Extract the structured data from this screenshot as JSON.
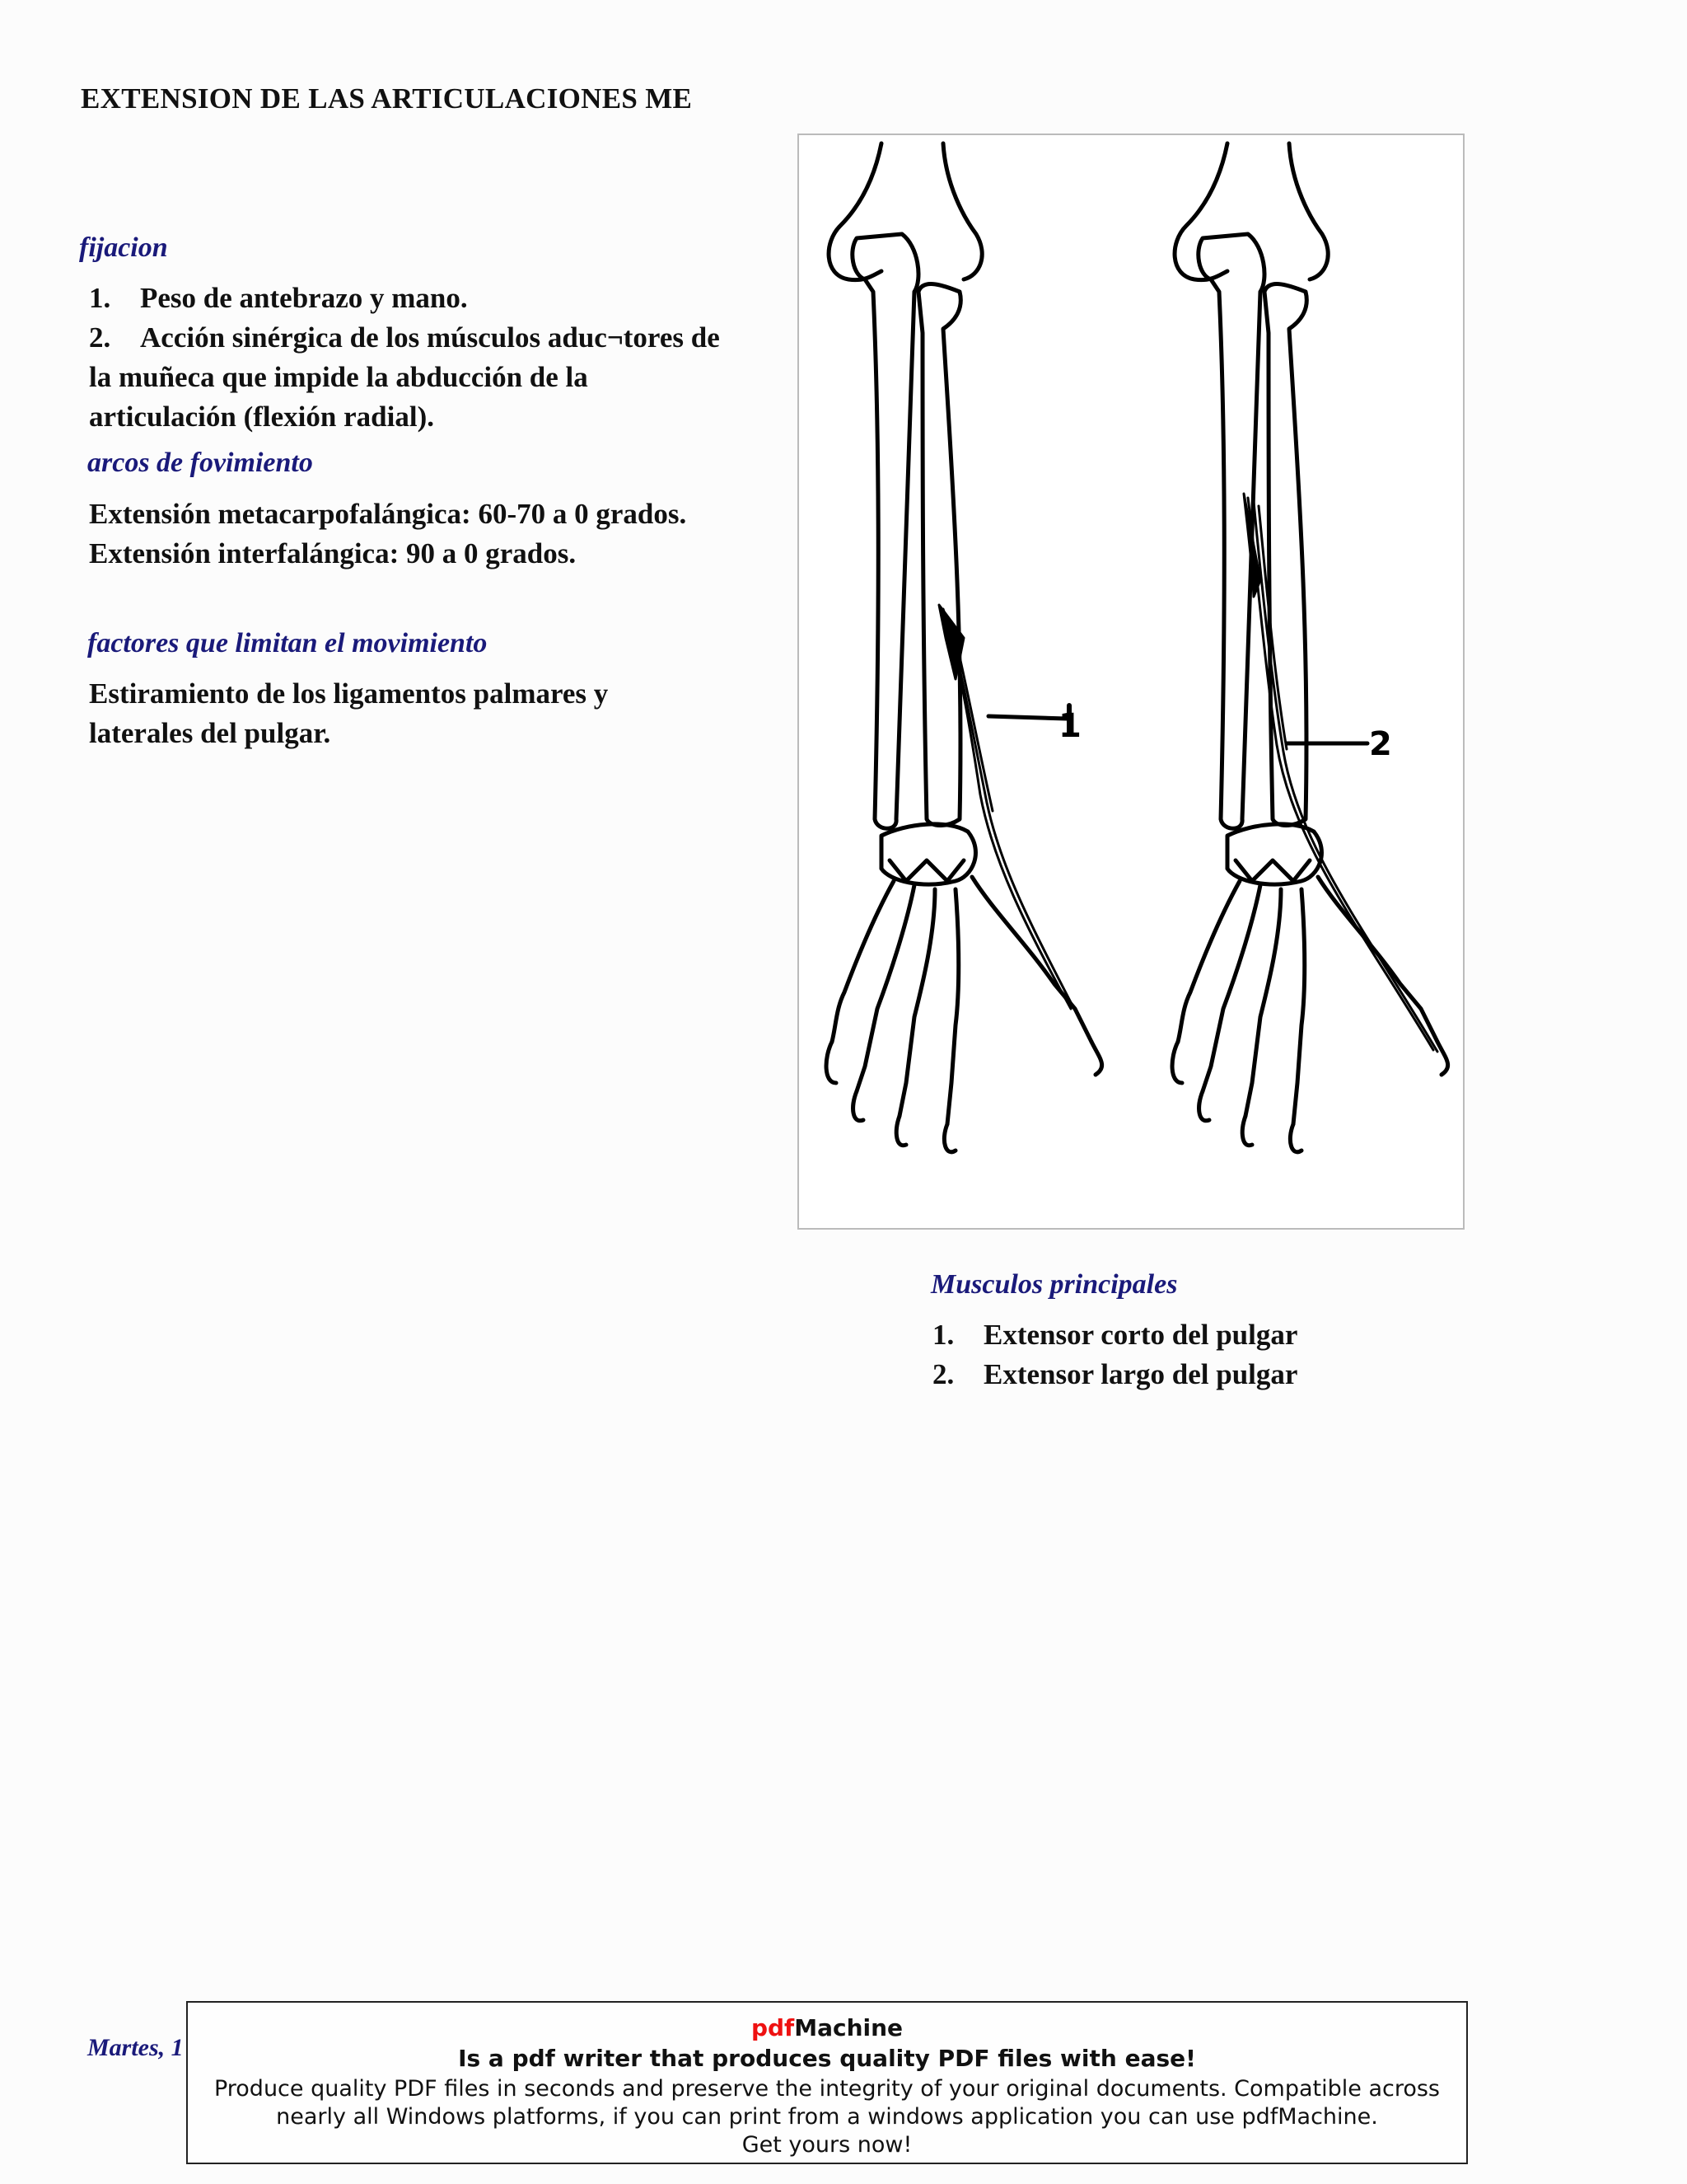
{
  "title": "EXTENSION DE LAS ARTICULACIONES ME",
  "fijacion": {
    "heading": "fijacion",
    "items": [
      {
        "num": "1.",
        "text": "Peso de antebrazo y mano."
      },
      {
        "num": "2.",
        "text": "Acción sinérgica de los músculos aduc¬tores de"
      }
    ],
    "continuation": [
      "la muñeca que impide la abducción de la",
      "articulación (flexión radial)."
    ]
  },
  "arcos": {
    "heading": "arcos de fovimiento",
    "lines": [
      "Extensión metacarpofalángica: 60-70 a 0 grados.",
      "Extensión interfalángica: 90 a 0 grados."
    ]
  },
  "factores": {
    "heading": "factores que limitan el movimiento",
    "lines": [
      "Estiramiento de los ligamentos palmares y",
      "laterales del pulgar."
    ]
  },
  "figure": {
    "label_1": "1",
    "label_2": "2"
  },
  "musculos": {
    "heading": "Musculos principales",
    "items": [
      {
        "num": "1.",
        "text": "Extensor corto del pulgar"
      },
      {
        "num": "2.",
        "text": "Extensor largo del pulgar"
      }
    ]
  },
  "footer_left": "Martes, 1",
  "pdfmachine": {
    "brand_red": "pdf",
    "brand_black": "Machine",
    "tagline": "Is a pdf writer that produces quality PDF files with ease!",
    "line1": "Produce quality PDF files in seconds and preserve the integrity of your original documents. Compatible across",
    "line2": "nearly all Windows platforms, if you can print from a windows application you can use pdfMachine.",
    "line3": "Get yours now!"
  }
}
